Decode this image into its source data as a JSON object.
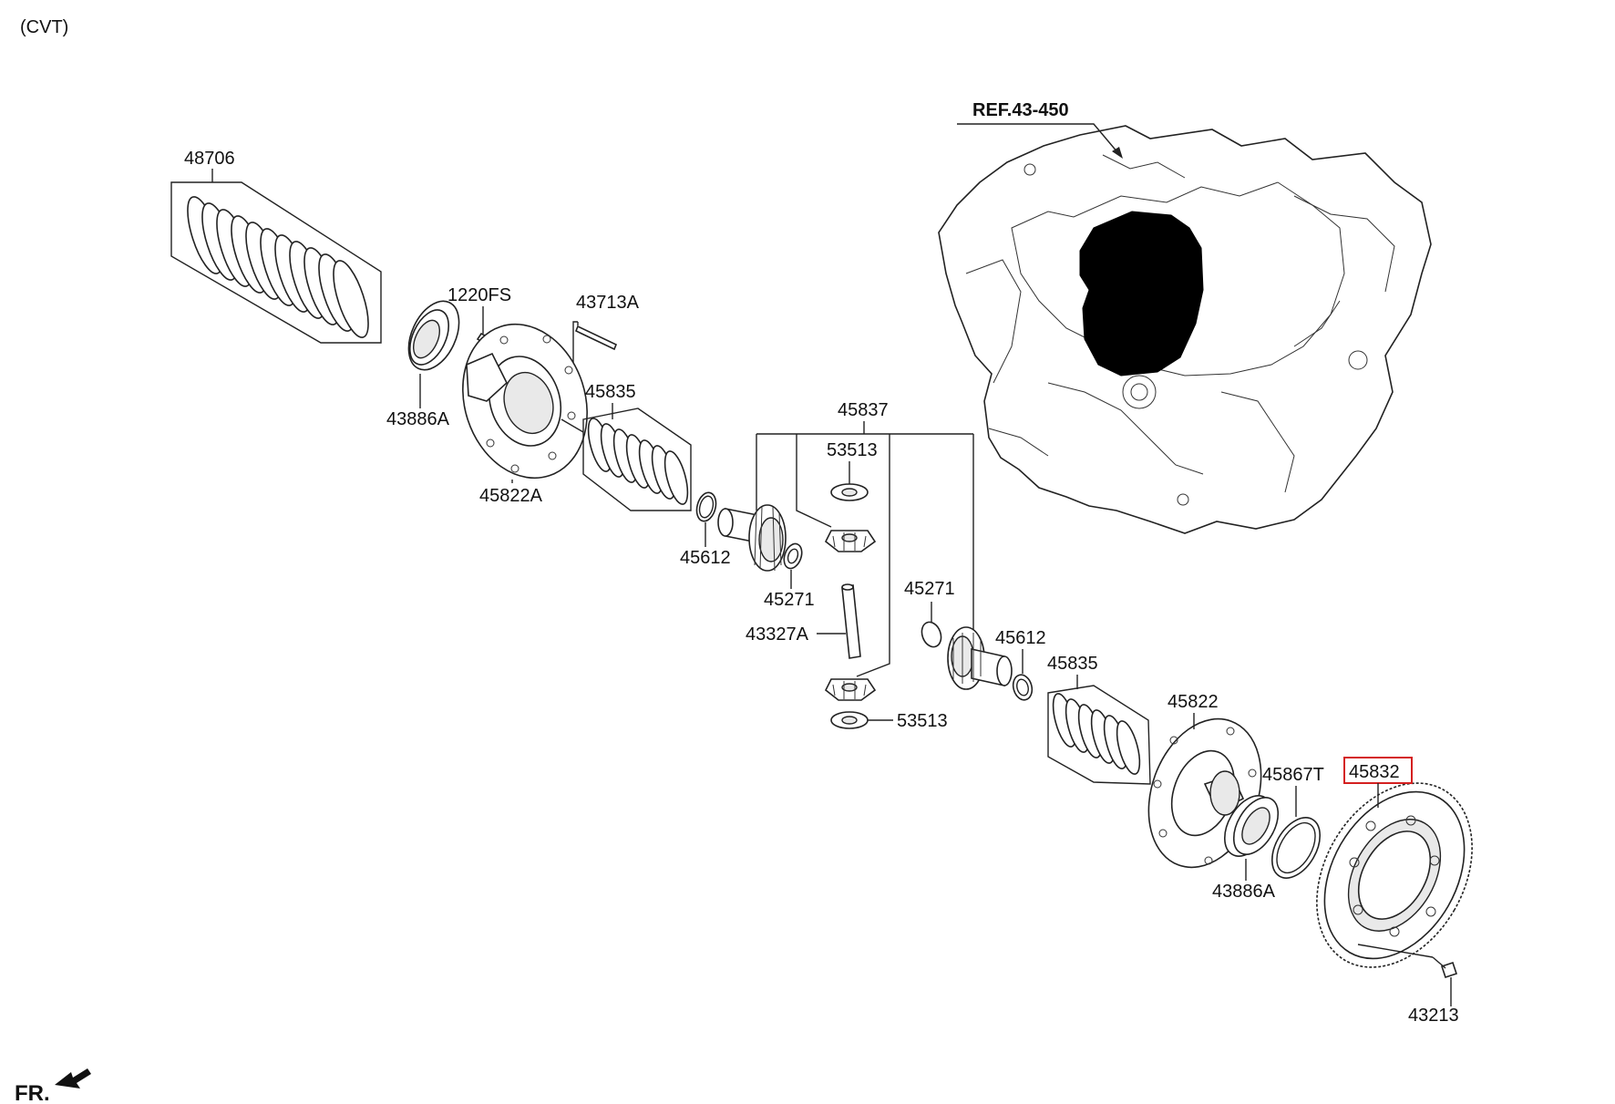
{
  "header": {
    "model": "(CVT)"
  },
  "reference": {
    "label": "REF.43-450"
  },
  "orientation": {
    "label": "FR."
  },
  "parts": {
    "p48706": "48706",
    "p1220FS": "1220FS",
    "p43713A": "43713A",
    "p43886A_top": "43886A",
    "p45822A": "45822A",
    "p45835_top": "45835",
    "p45837": "45837",
    "p53513_top": "53513",
    "p45612_left": "45612",
    "p45271_left": "45271",
    "p43327A": "43327A",
    "p45271_right": "45271",
    "p45612_right": "45612",
    "p53513_bottom": "53513",
    "p45835_bottom": "45835",
    "p45822": "45822",
    "p45867T": "45867T",
    "p45832": "45832",
    "p43886A_bottom": "43886A",
    "p43213": "43213"
  },
  "highlight": {
    "part": "45832",
    "color": "#d42020"
  },
  "icons": {
    "direction_arrow": "arrow-front-icon"
  }
}
